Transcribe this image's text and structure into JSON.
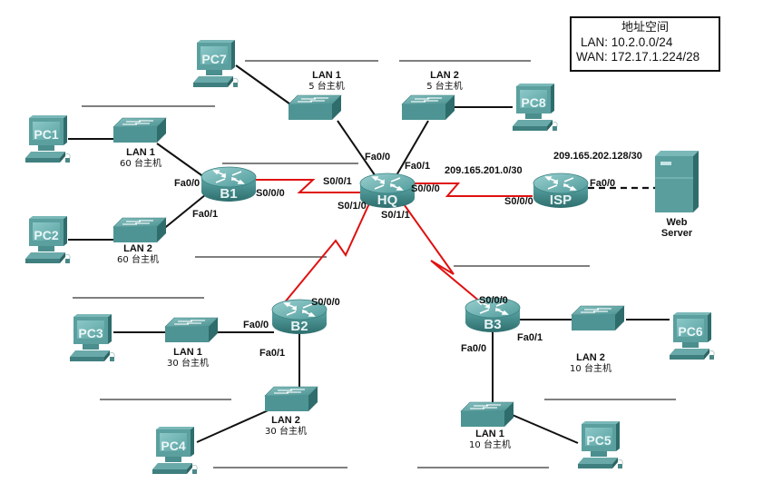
{
  "address_space": {
    "title": "地址空间",
    "lan": "LAN: 10.2.0.0/24",
    "wan": "WAN: 172.17.1.224/28"
  },
  "routers": {
    "hq": "HQ",
    "b1": "B1",
    "b2": "B2",
    "b3": "B3",
    "isp": "ISP"
  },
  "pcs": {
    "pc1": "PC1",
    "pc2": "PC2",
    "pc3": "PC3",
    "pc4": "PC4",
    "pc5": "PC5",
    "pc6": "PC6",
    "pc7": "PC7",
    "pc8": "PC8"
  },
  "server": {
    "line1": "Web",
    "line2": "Server"
  },
  "lans": {
    "b1_lan1": {
      "name": "LAN 1",
      "hosts": "60 台主机"
    },
    "b1_lan2": {
      "name": "LAN 2",
      "hosts": "60 台主机"
    },
    "hq_lan1": {
      "name": "LAN 1",
      "hosts": "5 台主机"
    },
    "hq_lan2": {
      "name": "LAN 2",
      "hosts": "5 台主机"
    },
    "b2_lan1": {
      "name": "LAN 1",
      "hosts": "30 台主机"
    },
    "b2_lan2": {
      "name": "LAN 2",
      "hosts": "30 台主机"
    },
    "b3_lan1": {
      "name": "LAN 1",
      "hosts": "10 台主机"
    },
    "b3_lan2": {
      "name": "LAN 2",
      "hosts": "10 台主机"
    }
  },
  "interfaces": {
    "b1_fa00": "Fa0/0",
    "b1_fa01": "Fa0/1",
    "b1_s000": "S0/0/0",
    "hq_fa00": "Fa0/0",
    "hq_fa01": "Fa0/1",
    "hq_s001": "S0/0/1",
    "hq_s000": "S0/0/0",
    "hq_s010": "S0/1/0",
    "hq_s011": "S0/1/1",
    "isp_s000": "S0/0/0",
    "isp_fa00": "Fa0/0",
    "b2_s000": "S0/0/0",
    "b2_fa00": "Fa0/0",
    "b2_fa01": "Fa0/1",
    "b3_s000": "S0/0/0",
    "b3_fa00": "Fa0/0",
    "b3_fa01": "Fa0/1"
  },
  "networks": {
    "hq_isp": "209.165.201.0/30",
    "isp_server": "209.165.202.128/30"
  },
  "colors": {
    "serial_link": "#e01010",
    "ethernet_link": "#111111",
    "device_teal": "#4f9a9a",
    "device_dark": "#2f7070",
    "device_light": "#8fc6c6"
  }
}
